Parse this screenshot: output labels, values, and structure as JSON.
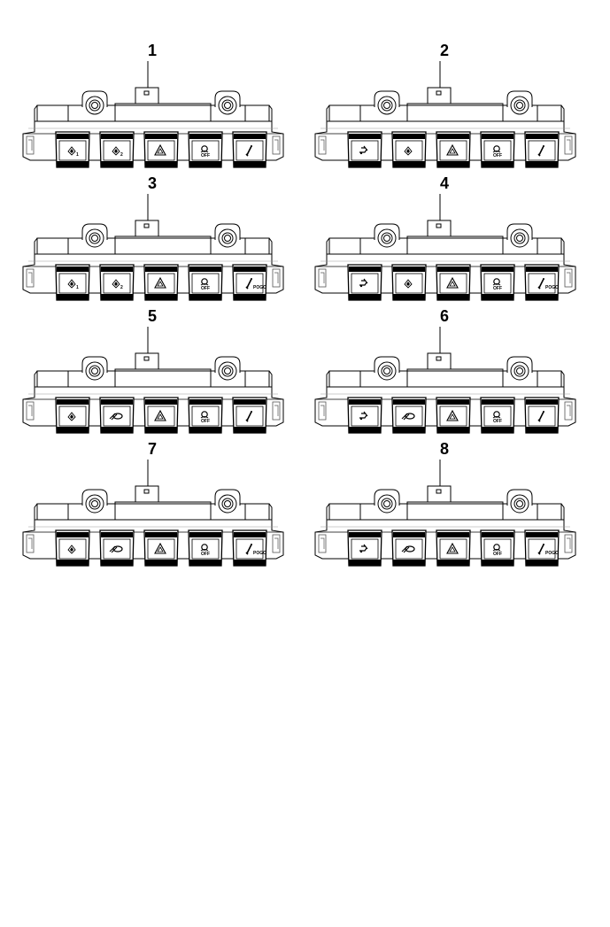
{
  "figure": {
    "panels": [
      {
        "number": "1",
        "buttons": [
          {
            "icon": "work-light-icon",
            "label": "1"
          },
          {
            "icon": "work-light-icon",
            "label": "2"
          },
          {
            "icon": "hazard-warning-icon",
            "label": ""
          },
          {
            "icon": "traction-control-off-icon",
            "label": "OFF"
          },
          {
            "icon": "pogo-icon",
            "label": ""
          }
        ]
      },
      {
        "number": "2",
        "buttons": [
          {
            "icon": "washer-icon",
            "label": ""
          },
          {
            "icon": "work-light-icon",
            "label": ""
          },
          {
            "icon": "hazard-warning-icon",
            "label": ""
          },
          {
            "icon": "traction-control-off-icon",
            "label": "OFF"
          },
          {
            "icon": "pogo-icon",
            "label": ""
          }
        ]
      },
      {
        "number": "3",
        "buttons": [
          {
            "icon": "work-light-icon",
            "label": "1"
          },
          {
            "icon": "work-light-icon",
            "label": "2"
          },
          {
            "icon": "hazard-warning-icon",
            "label": ""
          },
          {
            "icon": "traction-control-off-icon",
            "label": "OFF"
          },
          {
            "icon": "pogo-icon",
            "label": "POGO"
          }
        ]
      },
      {
        "number": "4",
        "buttons": [
          {
            "icon": "washer-icon",
            "label": ""
          },
          {
            "icon": "work-light-icon",
            "label": ""
          },
          {
            "icon": "hazard-warning-icon",
            "label": ""
          },
          {
            "icon": "traction-control-off-icon",
            "label": "OFF"
          },
          {
            "icon": "pogo-icon",
            "label": "POGO"
          }
        ]
      },
      {
        "number": "5",
        "buttons": [
          {
            "icon": "work-light-icon",
            "label": ""
          },
          {
            "icon": "differential-lock-icon",
            "label": ""
          },
          {
            "icon": "hazard-warning-icon",
            "label": ""
          },
          {
            "icon": "traction-control-off-icon",
            "label": "OFF"
          },
          {
            "icon": "pogo-icon",
            "label": ""
          }
        ]
      },
      {
        "number": "6",
        "buttons": [
          {
            "icon": "washer-icon",
            "label": ""
          },
          {
            "icon": "differential-lock-icon",
            "label": ""
          },
          {
            "icon": "hazard-warning-icon",
            "label": ""
          },
          {
            "icon": "traction-control-off-icon",
            "label": "OFF"
          },
          {
            "icon": "pogo-icon",
            "label": ""
          }
        ]
      },
      {
        "number": "7",
        "buttons": [
          {
            "icon": "work-light-icon",
            "label": ""
          },
          {
            "icon": "differential-lock-icon",
            "label": ""
          },
          {
            "icon": "hazard-warning-icon",
            "label": ""
          },
          {
            "icon": "traction-control-off-icon",
            "label": "OFF"
          },
          {
            "icon": "pogo-icon",
            "label": "POGO"
          }
        ]
      },
      {
        "number": "8",
        "buttons": [
          {
            "icon": "washer-icon",
            "label": ""
          },
          {
            "icon": "differential-lock-icon",
            "label": ""
          },
          {
            "icon": "hazard-warning-icon",
            "label": ""
          },
          {
            "icon": "traction-control-off-icon",
            "label": "OFF"
          },
          {
            "icon": "pogo-icon",
            "label": "POGO"
          }
        ]
      }
    ]
  }
}
